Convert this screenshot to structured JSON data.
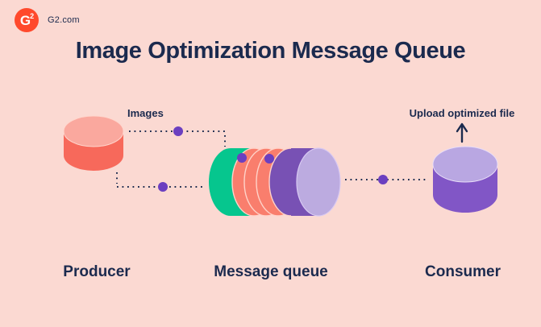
{
  "header": {
    "brand_text": "G2.com",
    "logo": {
      "letter": "G",
      "superscript": "2"
    }
  },
  "title": "Image Optimization Message Queue",
  "labels": {
    "images": "Images",
    "upload": "Upload optimized file",
    "producer": "Producer",
    "message_queue": "Message queue",
    "consumer": "Consumer"
  },
  "colors": {
    "background": "#fbd9d2",
    "navy_text": "#1b2a4e",
    "logo_red": "#ff492c",
    "producer_top": "#faa89e",
    "producer_body": "#f7695b",
    "queue_green": "#06c68e",
    "queue_salmon": "#f97e6d",
    "queue_purple": "#7851b4",
    "queue_front": "#bcabe0",
    "consumer_top": "#b9a7e2",
    "consumer_body": "#8156c6",
    "flow_dot": "#6b3fc0",
    "separator_light": "#ffd3c9"
  }
}
